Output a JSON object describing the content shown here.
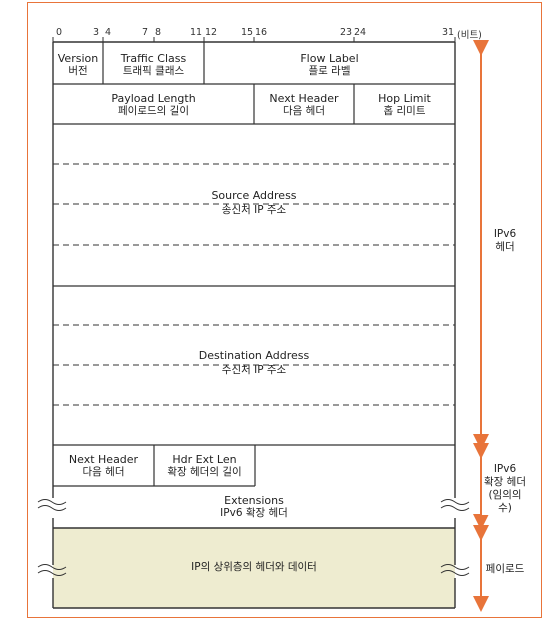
{
  "bit_numbers": [
    "0",
    "3",
    "4",
    "7",
    "8",
    "11",
    "12",
    "15",
    "16",
    "23",
    "24",
    "31"
  ],
  "bit_unit": "(비트)",
  "fields": {
    "version": {
      "en": "Version",
      "ko": "버전"
    },
    "traffic_class": {
      "en": "Traffic Class",
      "ko": "트래픽 클래스"
    },
    "flow_label": {
      "en": "Flow Label",
      "ko": "플로 라벨"
    },
    "payload_length": {
      "en": "Payload Length",
      "ko": "페이로드의 길이"
    },
    "next_header": {
      "en": "Next Header",
      "ko": "다음 헤더"
    },
    "hop_limit": {
      "en": "Hop Limit",
      "ko": "홉 리미트"
    },
    "source_address": {
      "en": "Source Address",
      "ko": "송신처 IP 주소"
    },
    "destination_address": {
      "en": "Destination Address",
      "ko": "수신처 IP 주소"
    },
    "ext_next_header": {
      "en": "Next Header",
      "ko": "다음 헤더"
    },
    "hdr_ext_len": {
      "en": "Hdr Ext Len",
      "ko": "확장 헤더의 길이"
    },
    "extensions": {
      "en": "Extensions",
      "ko": "IPv6 확장 헤더"
    },
    "payload": {
      "ko": "IP의 상위층의 헤더와 데이터"
    }
  },
  "side_labels": {
    "ipv6_header": [
      "IPv6",
      "헤더"
    ],
    "ext_header": [
      "IPv6",
      "확장 헤더",
      "(임의의",
      "수)"
    ],
    "payload": "페이로드"
  },
  "colors": {
    "arrow": "#e8743a",
    "payload_bg": "#eeecd0",
    "frame": "#e8743a",
    "line": "#333333"
  }
}
